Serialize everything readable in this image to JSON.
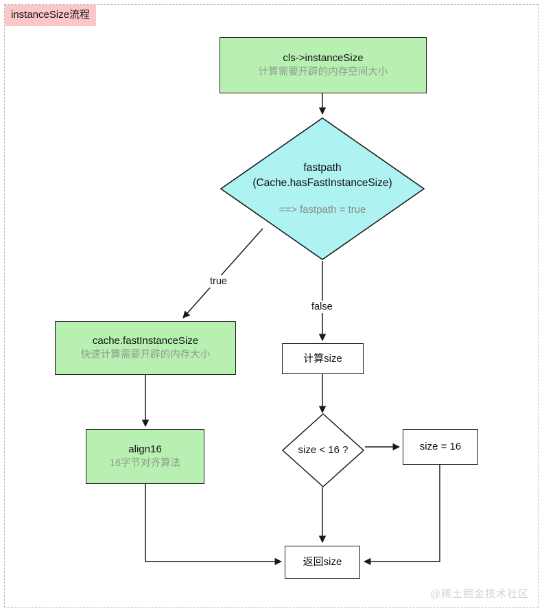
{
  "diagram": {
    "title_badge": "instanceSize流程",
    "watermark": "@稀土掘金技术社区",
    "colors": {
      "process_green": "#b7f0b1",
      "decision_cyan": "#aef2f2",
      "plain_white": "#ffffff",
      "stroke": "#1a1a1a",
      "badge_pink": "#fbc7c7",
      "muted_text": "#8f9b8f"
    },
    "nodes": {
      "instance_size": {
        "type": "process",
        "title": "cls->instanceSize",
        "subtitle": "计算需要开辟的内存空间大小"
      },
      "fastpath": {
        "type": "decision",
        "title_line1": "fastpath",
        "title_line2": "(Cache.hasFastInstanceSize)",
        "note": "==> fastpath = true"
      },
      "cache_fast_instance_size": {
        "type": "process",
        "title": "cache.fastInstanceSize",
        "subtitle": "快速计算需要开辟的内存大小"
      },
      "align16": {
        "type": "process",
        "title": "align16",
        "subtitle": "16字节对齐算法"
      },
      "compute_size": {
        "type": "process",
        "title": "计算size"
      },
      "size_lt_16": {
        "type": "decision",
        "title": "size < 16 ?"
      },
      "size_eq_16": {
        "type": "process",
        "title": "size = 16"
      },
      "return_size": {
        "type": "process",
        "title": "返回size"
      }
    },
    "edges": [
      {
        "from": "instance_size",
        "to": "fastpath",
        "label": ""
      },
      {
        "from": "fastpath",
        "to": "cache_fast_instance_size",
        "label": "true"
      },
      {
        "from": "fastpath",
        "to": "compute_size",
        "label": "false"
      },
      {
        "from": "cache_fast_instance_size",
        "to": "align16",
        "label": ""
      },
      {
        "from": "align16",
        "to": "return_size",
        "label": ""
      },
      {
        "from": "compute_size",
        "to": "size_lt_16",
        "label": ""
      },
      {
        "from": "size_lt_16",
        "to": "size_eq_16",
        "label": ""
      },
      {
        "from": "size_lt_16",
        "to": "return_size",
        "label": ""
      },
      {
        "from": "size_eq_16",
        "to": "return_size",
        "label": ""
      }
    ],
    "edge_labels": {
      "true": "true",
      "false": "false"
    }
  }
}
